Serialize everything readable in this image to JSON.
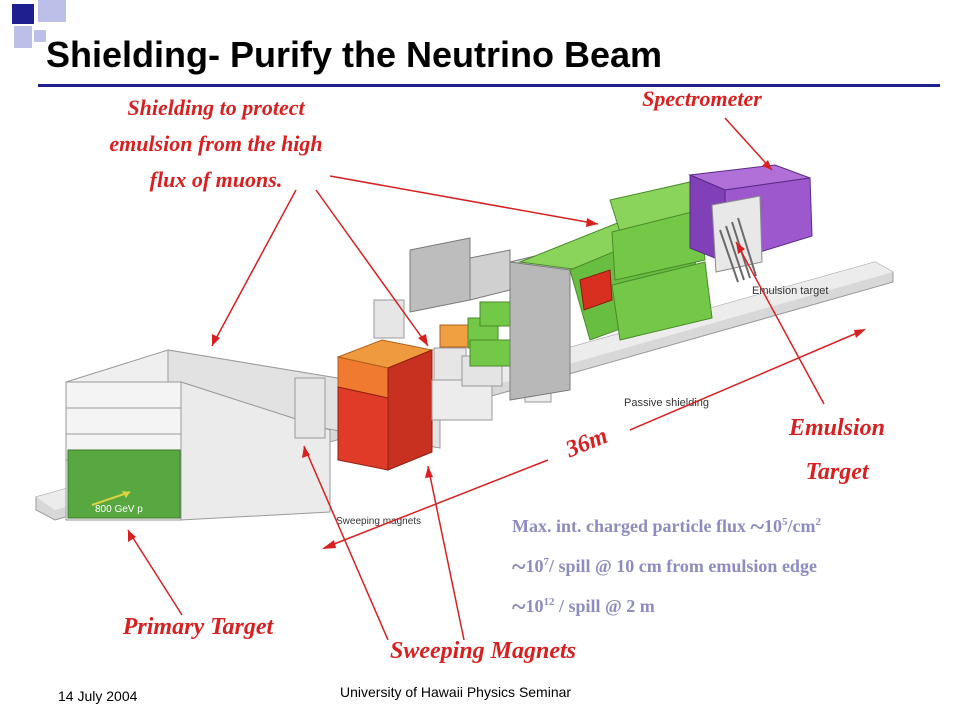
{
  "slide": {
    "title": "Shielding- Purify the Neutrino Beam",
    "accent_color": "#1f1f8f"
  },
  "labels": {
    "shielding_line1": "Shielding to protect",
    "shielding_line2": "emulsion from the high",
    "shielding_line3": "flux of muons.",
    "spectrometer": "Spectrometer",
    "emulsion_line1": "Emulsion",
    "emulsion_line2": "Target",
    "distance": "36m",
    "primary_target": "Primary Target",
    "sweeping_magnets": "Sweeping Magnets",
    "label_color": "#d82020"
  },
  "diagram": {
    "beam_label": "800 GeV p",
    "sweeping_magnets_caption": "Sweeping magnets",
    "passive_shielding_caption": "Passive shielding",
    "emulsion_target_caption": "Emulsion target"
  },
  "flux": {
    "line1_text": "Max. int. charged particle flux",
    "line1_tilde": "~",
    "line1_value": "10",
    "line1_exp": "5",
    "line1_unit": "/cm",
    "line1_unit_exp": "2",
    "line2_tilde": "~",
    "line2_value": "10",
    "line2_exp": "7",
    "line2_rest": "/ spill @ 10 cm from emulsion edge",
    "line3_tilde": "~",
    "line3_value": "10",
    "line3_exp": "12",
    "line3_rest": " / spill @ 2 m",
    "text_color": "#8c8cc0"
  },
  "footer": {
    "date": "14 July 2004",
    "venue": "University of Hawaii Physics Seminar"
  }
}
